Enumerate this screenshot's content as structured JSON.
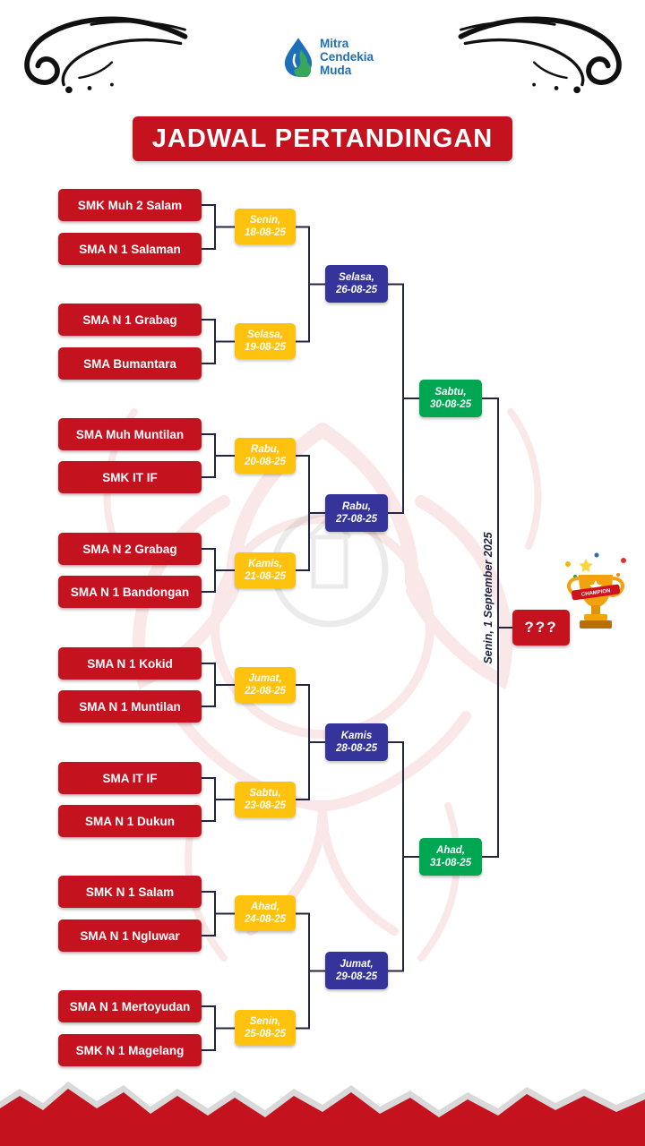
{
  "logo": {
    "line1": "Mitra",
    "line2": "Cendekia",
    "line3": "Muda"
  },
  "title": "JADWAL PERTANDINGAN",
  "bracket": {
    "teams": [
      {
        "name": "SMK Muh 2 Salam"
      },
      {
        "name": "SMA N 1 Salaman"
      },
      {
        "name": "SMA N 1 Grabag"
      },
      {
        "name": "SMA Bumantara"
      },
      {
        "name": "SMA Muh Muntilan"
      },
      {
        "name": "SMK IT IF"
      },
      {
        "name": "SMA N 2 Grabag"
      },
      {
        "name": "SMA N 1 Bandongan"
      },
      {
        "name": "SMA N 1 Kokid"
      },
      {
        "name": "SMA N 1 Muntilan"
      },
      {
        "name": "SMA IT IF"
      },
      {
        "name": "SMA N 1 Dukun"
      },
      {
        "name": "SMK N 1 Salam"
      },
      {
        "name": "SMA N 1 Ngluwar"
      },
      {
        "name": "SMA N 1 Mertoyudan"
      },
      {
        "name": "SMK N 1 Magelang"
      }
    ],
    "round1": [
      {
        "day": "Senin,",
        "date": "18-08-25"
      },
      {
        "day": "Selasa,",
        "date": "19-08-25"
      },
      {
        "day": "Rabu,",
        "date": "20-08-25"
      },
      {
        "day": "Kamis,",
        "date": "21-08-25"
      },
      {
        "day": "Jumat,",
        "date": "22-08-25"
      },
      {
        "day": "Sabtu,",
        "date": "23-08-25"
      },
      {
        "day": "Ahad,",
        "date": "24-08-25"
      },
      {
        "day": "Senin,",
        "date": "25-08-25"
      }
    ],
    "round2": [
      {
        "day": "Selasa,",
        "date": "26-08-25"
      },
      {
        "day": "Rabu,",
        "date": "27-08-25"
      },
      {
        "day": "Kamis",
        "date": "28-08-25"
      },
      {
        "day": "Jumat,",
        "date": "29-08-25"
      }
    ],
    "semifinal": [
      {
        "day": "Sabtu,",
        "date": "30-08-25"
      },
      {
        "day": "Ahad,",
        "date": "31-08-25"
      }
    ],
    "final": {
      "label": "???",
      "date_label": "Senin, 1 September 2025"
    }
  },
  "trophy": {
    "ribbon": "CHAMPION"
  },
  "colors": {
    "red": "#C5121F",
    "yellow": "#FFC20E",
    "blue": "#34349B",
    "green": "#00A651"
  }
}
